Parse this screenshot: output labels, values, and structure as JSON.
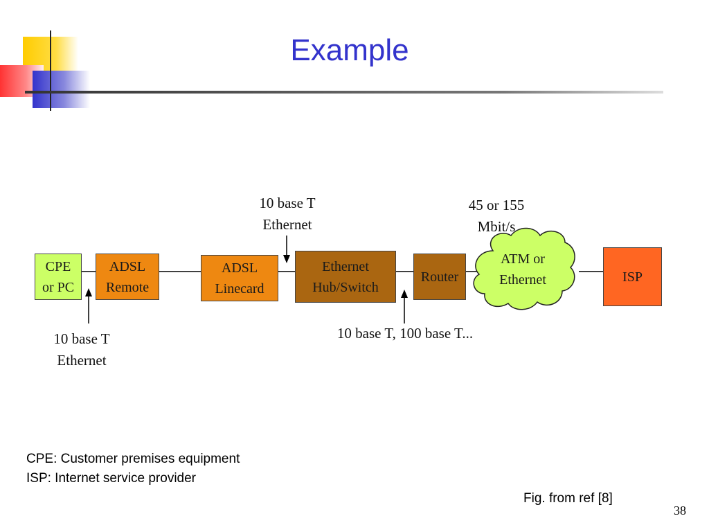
{
  "slide": {
    "title": "Example",
    "slide_number": "38",
    "accent_colors": {
      "title": "#3333cc",
      "square_yellow": "#ffcc00",
      "square_red": "#ff3333",
      "square_blue": "#3333cc"
    }
  },
  "diagram": {
    "nodes": [
      {
        "id": "cpe",
        "label": "CPE\nor PC",
        "color": "#ccff66"
      },
      {
        "id": "adsl-remote",
        "label": "ADSL\nRemote",
        "color": "#ee8811"
      },
      {
        "id": "adsl-linecard",
        "label": "ADSL\nLinecard",
        "color": "#ee8811"
      },
      {
        "id": "ethernet-hub",
        "label": "Ethernet\nHub/Switch",
        "color": "#aa6611"
      },
      {
        "id": "router",
        "label": "Router",
        "color": "#aa6611"
      },
      {
        "id": "atm-cloud",
        "label": "ATM or\nEthernet",
        "color": "#ccff66"
      },
      {
        "id": "isp",
        "label": "ISP",
        "color": "#ff6622"
      }
    ],
    "annotations": {
      "cpe_link": "10 base T\nEthernet",
      "linecard_hub_link": "10 base T\nEthernet",
      "hub_router_link": "10 base T, 100 base T...",
      "cloud_speed": "45 or 155\nMbit/s"
    }
  },
  "notes": {
    "cpe_definition": "CPE: Customer premises equipment",
    "isp_definition": "ISP:  Internet service provider",
    "figure_source": "Fig. from ref [8]"
  }
}
